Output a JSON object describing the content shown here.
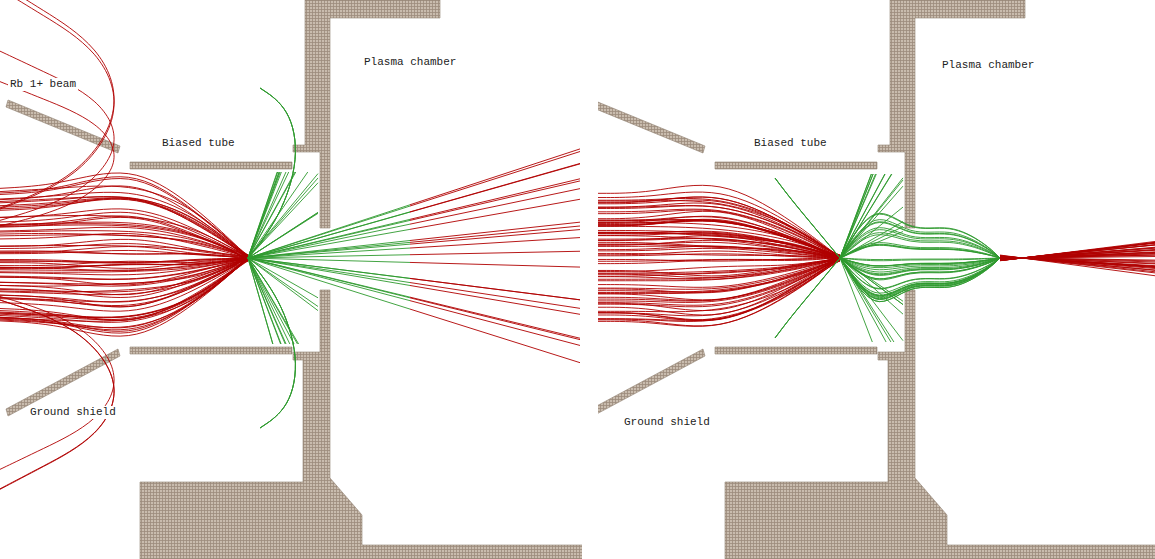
{
  "diagram": {
    "labels": [
      "Plasma chamber",
      "Rb 1+ beam",
      "Biased tube",
      "Ground shield",
      "Plasma chamber",
      "Biased tube",
      "Ground shield"
    ]
  }
}
